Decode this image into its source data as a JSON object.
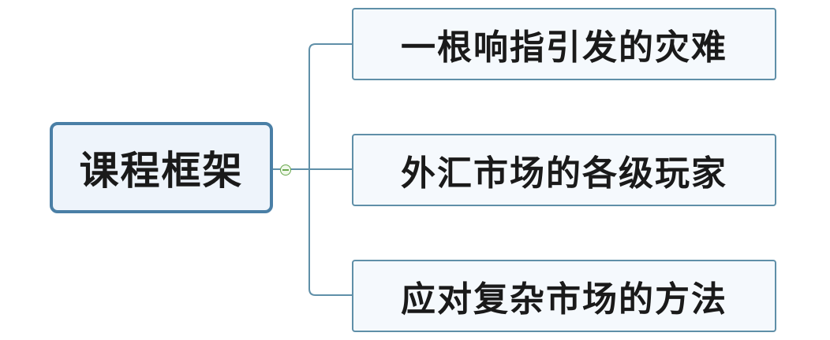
{
  "mindmap": {
    "root": {
      "label": "课程框架"
    },
    "branches": [
      {
        "label": "一根响指引发的灾难"
      },
      {
        "label": "外汇市场的各级玩家"
      },
      {
        "label": "应对复杂市场的方法"
      }
    ]
  },
  "colors": {
    "connector": "#5f8fa8",
    "root_border": "#4a7fa6",
    "root_fill": "#eef4fb",
    "branch_border": "#5f8fa8",
    "branch_fill": "#f5f9fd",
    "toggle": "#6aa84f"
  },
  "icons": {
    "collapse_toggle": "collapse-minus-icon"
  }
}
